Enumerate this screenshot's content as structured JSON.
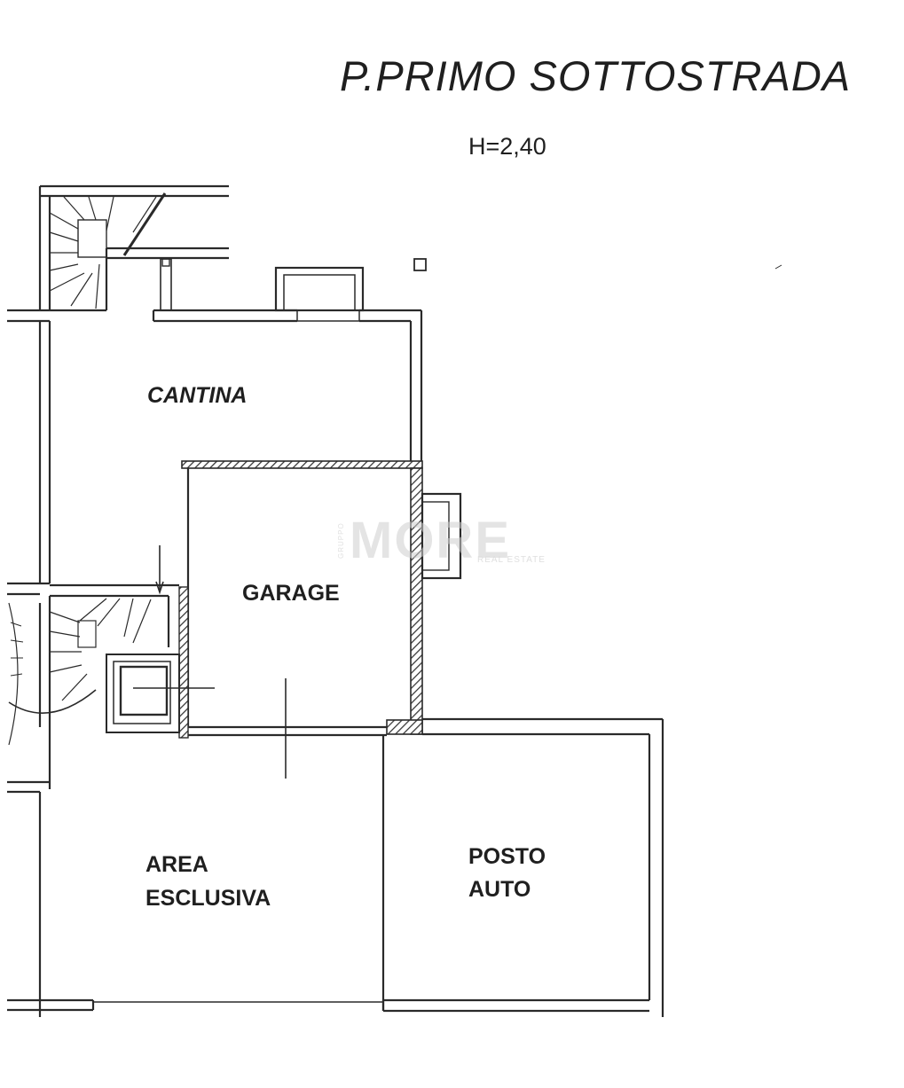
{
  "title": "P.PRIMO SOTTOSTRADA",
  "height_label": "H=2,40",
  "rooms": {
    "cantina": "CANTINA",
    "garage": "GARAGE",
    "area_line1": "AREA",
    "area_line2": "ESCLUSIVA",
    "posto_line1": "POSTO",
    "posto_line2": "AUTO"
  },
  "watermark": {
    "prefix": "GRUPPO",
    "name": "MORE",
    "subtitle": "REAL ESTATE"
  },
  "colors": {
    "ink": "#1f1f1f",
    "watermark": "#cfcfcf"
  }
}
